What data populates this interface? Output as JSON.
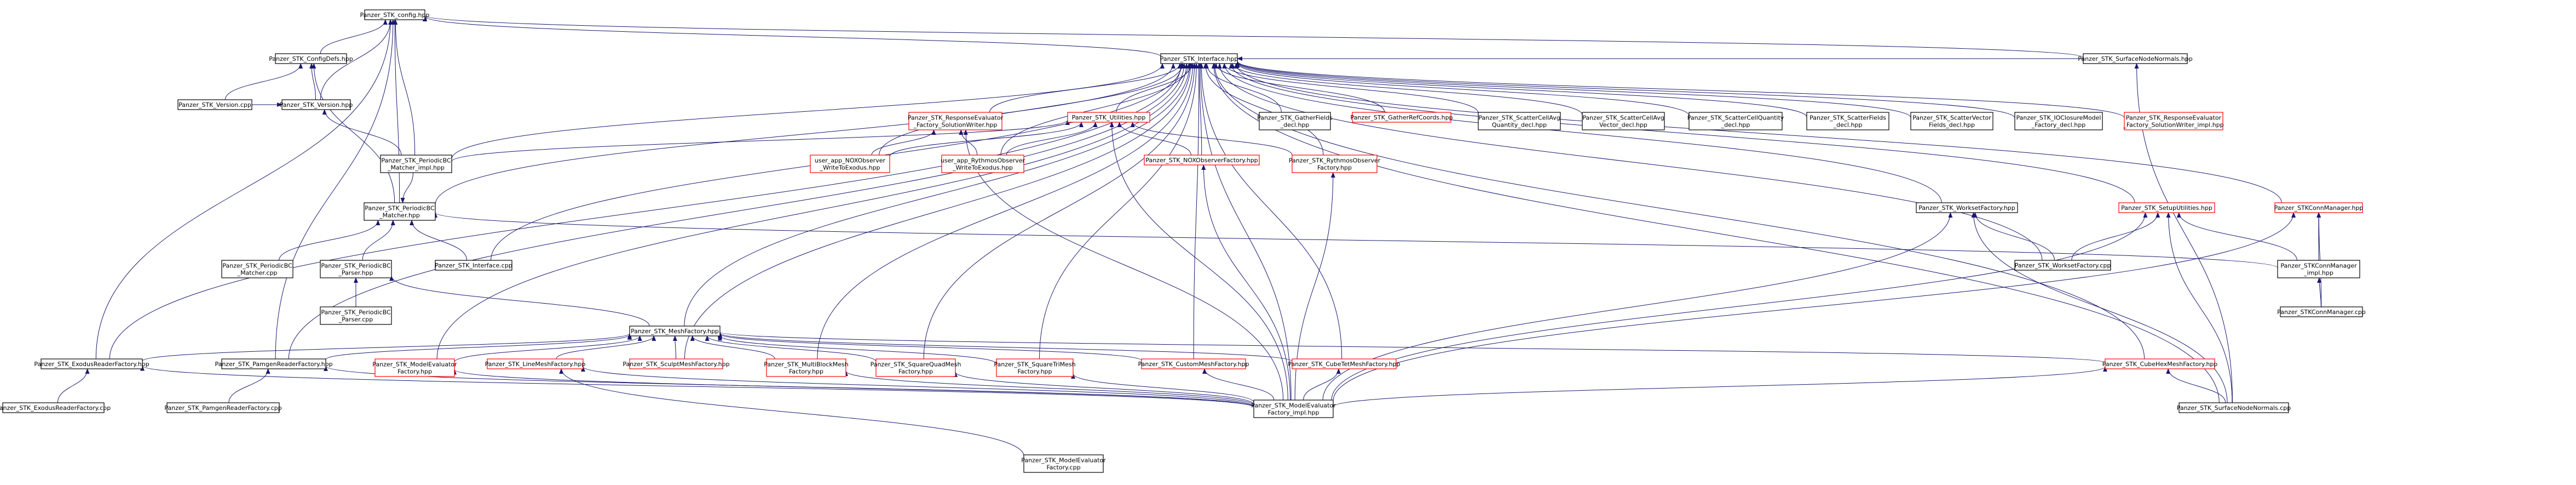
{
  "colors": {
    "edge": "#191970",
    "node_border_default": "#000000",
    "node_border_missing": "#ff0000",
    "node_fill_root": "#bfbfbf",
    "node_fill": "#ffffff"
  },
  "nodes": [
    {
      "id": "n1",
      "lines": [
        "Panzer_STK_config.hpp"
      ],
      "root": true
    },
    {
      "id": "n2",
      "lines": [
        "Panzer_STK_Interface.hpp"
      ]
    },
    {
      "id": "n3",
      "lines": [
        "Panzer_STK_SurfaceNodeNormals.hpp"
      ]
    },
    {
      "id": "n4",
      "lines": [
        "Panzer_STK_ConfigDefs.hpp"
      ]
    },
    {
      "id": "n5",
      "lines": [
        "Panzer_STK_Version.cpp"
      ]
    },
    {
      "id": "n6",
      "lines": [
        "Panzer_STK_Version.hpp"
      ]
    },
    {
      "id": "n7",
      "lines": [
        "Panzer_STK_ResponseEvaluator",
        "_Factory_SolutionWriter.hpp"
      ],
      "missing": true
    },
    {
      "id": "n8",
      "lines": [
        "Panzer_STK_Utilities.hpp"
      ],
      "missing": true
    },
    {
      "id": "n9",
      "lines": [
        "Panzer_STK_GatherFields",
        "_decl.hpp"
      ]
    },
    {
      "id": "n10",
      "lines": [
        "Panzer_STK_GatherRefCoords.hpp"
      ],
      "missing": true
    },
    {
      "id": "n11",
      "lines": [
        "Panzer_STK_ScatterCellAvg",
        "Quantity_decl.hpp"
      ]
    },
    {
      "id": "n12",
      "lines": [
        "Panzer_STK_ScatterCellAvg",
        "Vector_decl.hpp"
      ]
    },
    {
      "id": "n13",
      "lines": [
        "Panzer_STK_ScatterCellQuantity",
        "_decl.hpp"
      ]
    },
    {
      "id": "n14",
      "lines": [
        "Panzer_STK_ScatterFields",
        "_decl.hpp"
      ]
    },
    {
      "id": "n15",
      "lines": [
        "Panzer_STK_ScatterVector",
        "Fields_decl.hpp"
      ]
    },
    {
      "id": "n16",
      "lines": [
        "Panzer_STK_IOClosureModel",
        "_Factory_decl.hpp"
      ]
    },
    {
      "id": "n17",
      "lines": [
        "Panzer_STK_ResponseEvaluator",
        "_Factory_SolutionWriter_impl.hpp"
      ],
      "missing": true
    },
    {
      "id": "n18",
      "lines": [
        "user_app_NOXObserver",
        "_WriteToExodus.hpp"
      ],
      "missing": true
    },
    {
      "id": "n19",
      "lines": [
        "user_app_RythmosObserver",
        "_WriteToExodus.hpp"
      ],
      "missing": true
    },
    {
      "id": "n20",
      "lines": [
        "Panzer_STK_PeriodicBC",
        "_Matcher_impl.hpp"
      ]
    },
    {
      "id": "n21",
      "lines": [
        "Panzer_STK_NOXObserverFactory.hpp"
      ],
      "missing": true
    },
    {
      "id": "n22",
      "lines": [
        "Panzer_STK_RythmosObserver",
        "Factory.hpp"
      ],
      "missing": true
    },
    {
      "id": "n23",
      "lines": [
        "Panzer_STK_PeriodicBC",
        "_Matcher.hpp"
      ]
    },
    {
      "id": "n24",
      "lines": [
        "Panzer_STK_WorksetFactory.hpp"
      ]
    },
    {
      "id": "n25",
      "lines": [
        "Panzer_STK_SetupUtilities.hpp"
      ],
      "missing": true
    },
    {
      "id": "n26",
      "lines": [
        "Panzer_STKConnManager.hpp"
      ],
      "missing": true
    },
    {
      "id": "n27",
      "lines": [
        "Panzer_STK_PeriodicBC",
        "_Matcher.cpp"
      ]
    },
    {
      "id": "n28",
      "lines": [
        "Panzer_STK_PeriodicBC",
        "_Parser.hpp"
      ]
    },
    {
      "id": "n29",
      "lines": [
        "Panzer_STK_Interface.cpp"
      ]
    },
    {
      "id": "n30",
      "lines": [
        "Panzer_STK_WorksetFactory.cpp"
      ]
    },
    {
      "id": "n31",
      "lines": [
        "Panzer_STKConnManager",
        "_impl.hpp"
      ]
    },
    {
      "id": "n32",
      "lines": [
        "Panzer_STK_PeriodicBC",
        "_Parser.cpp"
      ]
    },
    {
      "id": "n33",
      "lines": [
        "Panzer_STKConnManager.cpp"
      ]
    },
    {
      "id": "n34",
      "lines": [
        "Panzer_STK_MeshFactory.hpp"
      ]
    },
    {
      "id": "n35",
      "lines": [
        "Panzer_STK_ExodusReaderFactory.hpp"
      ]
    },
    {
      "id": "n36",
      "lines": [
        "Panzer_STK_PamgenReaderFactory.hpp"
      ]
    },
    {
      "id": "n37",
      "lines": [
        "Panzer_STK_ModelEvaluator",
        "Factory.hpp"
      ],
      "missing": true
    },
    {
      "id": "n38",
      "lines": [
        "Panzer_STK_LineMeshFactory.hpp"
      ],
      "missing": true
    },
    {
      "id": "n39",
      "lines": [
        "Panzer_STK_SculptMeshFactory.hpp"
      ],
      "missing": true
    },
    {
      "id": "n40",
      "lines": [
        "Panzer_STK_MultiBlockMesh",
        "Factory.hpp"
      ],
      "missing": true
    },
    {
      "id": "n41",
      "lines": [
        "Panzer_STK_SquareQuadMesh",
        "Factory.hpp"
      ],
      "missing": true
    },
    {
      "id": "n42",
      "lines": [
        "Panzer_STK_SquareTriMesh",
        "Factory.hpp"
      ],
      "missing": true
    },
    {
      "id": "n43",
      "lines": [
        "Panzer_STK_CustomMeshFactory.hpp"
      ],
      "missing": true
    },
    {
      "id": "n44",
      "lines": [
        "Panzer_STK_CubeTetMeshFactory.hpp"
      ],
      "missing": true
    },
    {
      "id": "n45",
      "lines": [
        "Panzer_STK_CubeHexMeshFactory.hpp"
      ],
      "missing": true
    },
    {
      "id": "n46",
      "lines": [
        "Panzer_STK_ExodusReaderFactory.cpp"
      ]
    },
    {
      "id": "n47",
      "lines": [
        "Panzer_STK_PamgenReaderFactory.cpp"
      ]
    },
    {
      "id": "n48",
      "lines": [
        "Panzer_STK_ModelEvaluator",
        "Factory_impl.hpp"
      ]
    },
    {
      "id": "n49",
      "lines": [
        "Panzer_STK_SurfaceNodeNormals.cpp"
      ]
    },
    {
      "id": "n50",
      "lines": [
        "Panzer_STK_ModelEvaluator",
        "Factory.cpp"
      ]
    }
  ],
  "edges": [
    [
      "n1",
      "n2"
    ],
    [
      "n1",
      "n3"
    ],
    [
      "n1",
      "n4"
    ],
    [
      "n1",
      "n6"
    ],
    [
      "n1",
      "n20"
    ],
    [
      "n1",
      "n23"
    ],
    [
      "n1",
      "n35"
    ],
    [
      "n1",
      "n36"
    ],
    [
      "n4",
      "n5"
    ],
    [
      "n4",
      "n6"
    ],
    [
      "n4",
      "n23"
    ],
    [
      "n6",
      "n5"
    ],
    [
      "n6",
      "n20"
    ],
    [
      "n2",
      "n3"
    ],
    [
      "n2",
      "n7"
    ],
    [
      "n2",
      "n8"
    ],
    [
      "n2",
      "n9"
    ],
    [
      "n2",
      "n10"
    ],
    [
      "n2",
      "n11"
    ],
    [
      "n2",
      "n12"
    ],
    [
      "n2",
      "n13"
    ],
    [
      "n2",
      "n14"
    ],
    [
      "n2",
      "n15"
    ],
    [
      "n2",
      "n16"
    ],
    [
      "n2",
      "n17"
    ],
    [
      "n2",
      "n18"
    ],
    [
      "n2",
      "n19"
    ],
    [
      "n2",
      "n20"
    ],
    [
      "n2",
      "n21"
    ],
    [
      "n2",
      "n22"
    ],
    [
      "n2",
      "n23"
    ],
    [
      "n2",
      "n24"
    ],
    [
      "n2",
      "n25"
    ],
    [
      "n2",
      "n26"
    ],
    [
      "n2",
      "n29"
    ],
    [
      "n2",
      "n30"
    ],
    [
      "n2",
      "n34"
    ],
    [
      "n2",
      "n37"
    ],
    [
      "n2",
      "n40"
    ],
    [
      "n2",
      "n41"
    ],
    [
      "n2",
      "n42"
    ],
    [
      "n2",
      "n43"
    ],
    [
      "n2",
      "n44"
    ],
    [
      "n2",
      "n45"
    ],
    [
      "n2",
      "n48"
    ],
    [
      "n2",
      "n49"
    ],
    [
      "n2",
      "n35"
    ],
    [
      "n2",
      "n36"
    ],
    [
      "n2",
      "n39"
    ],
    [
      "n3",
      "n49"
    ],
    [
      "n7",
      "n18"
    ],
    [
      "n7",
      "n19"
    ],
    [
      "n7",
      "n48"
    ],
    [
      "n8",
      "n18"
    ],
    [
      "n8",
      "n19"
    ],
    [
      "n8",
      "n20"
    ],
    [
      "n8",
      "n21"
    ],
    [
      "n8",
      "n22"
    ],
    [
      "n8",
      "n48"
    ],
    [
      "n21",
      "n48"
    ],
    [
      "n22",
      "n48"
    ],
    [
      "n23",
      "n20"
    ],
    [
      "n23",
      "n27"
    ],
    [
      "n23",
      "n28"
    ],
    [
      "n23",
      "n29"
    ],
    [
      "n23",
      "n31"
    ],
    [
      "n28",
      "n32"
    ],
    [
      "n28",
      "n34"
    ],
    [
      "n24",
      "n30"
    ],
    [
      "n24",
      "n48"
    ],
    [
      "n24",
      "n49"
    ],
    [
      "n25",
      "n30"
    ],
    [
      "n25",
      "n48"
    ],
    [
      "n25",
      "n49"
    ],
    [
      "n25",
      "n31"
    ],
    [
      "n26",
      "n31"
    ],
    [
      "n26",
      "n33"
    ],
    [
      "n26",
      "n48"
    ],
    [
      "n31",
      "n33"
    ],
    [
      "n34",
      "n35"
    ],
    [
      "n34",
      "n36"
    ],
    [
      "n34",
      "n37"
    ],
    [
      "n34",
      "n38"
    ],
    [
      "n34",
      "n39"
    ],
    [
      "n34",
      "n40"
    ],
    [
      "n34",
      "n41"
    ],
    [
      "n34",
      "n42"
    ],
    [
      "n34",
      "n43"
    ],
    [
      "n34",
      "n44"
    ],
    [
      "n34",
      "n45"
    ],
    [
      "n35",
      "n46"
    ],
    [
      "n35",
      "n48"
    ],
    [
      "n36",
      "n47"
    ],
    [
      "n36",
      "n48"
    ],
    [
      "n37",
      "n48"
    ],
    [
      "n38",
      "n48"
    ],
    [
      "n38",
      "n50"
    ],
    [
      "n40",
      "n48"
    ],
    [
      "n41",
      "n48"
    ],
    [
      "n42",
      "n48"
    ],
    [
      "n43",
      "n48"
    ],
    [
      "n44",
      "n48"
    ],
    [
      "n45",
      "n48"
    ],
    [
      "n45",
      "n49"
    ]
  ]
}
